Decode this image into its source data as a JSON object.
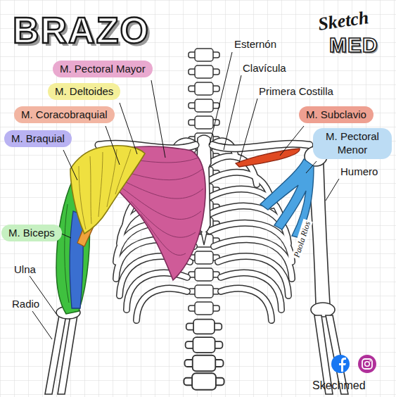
{
  "diagram": {
    "title": "BRAZO",
    "nodes": [
      {
        "text": [
          "M. Pectoral Mayor"
        ]
      },
      {
        "text": [
          "M. Deltoides"
        ]
      },
      {
        "text": [
          "M. Coracobraquial"
        ]
      },
      {
        "text": [
          "M. Subclavio"
        ]
      },
      {
        "text": [
          "M. Braquial"
        ]
      },
      {
        "text": [
          "M. Pectoral Menor"
        ]
      },
      {
        "text": [
          "M. Biceps"
        ]
      }
    ],
    "labels": [
      "Esternón",
      "Clavícula",
      "Primera Costilla",
      "Humero",
      "Ulna",
      "Radio",
      "Sketch",
      "MED",
      "Paola Rios",
      "Skechmed"
    ]
  }
}
